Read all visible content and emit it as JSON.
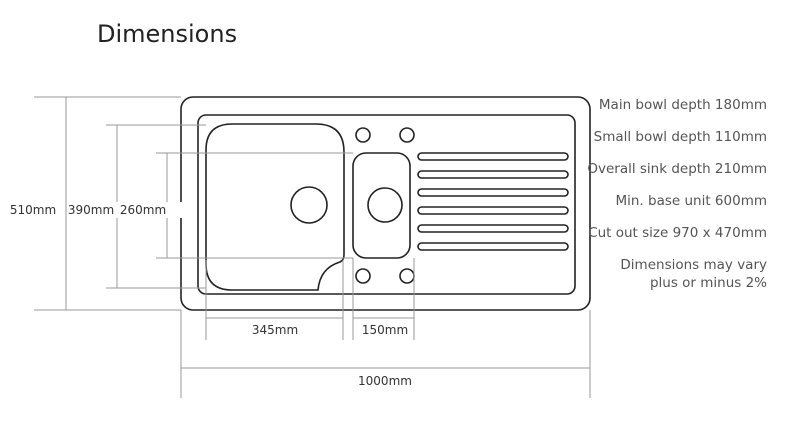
{
  "title": "Dimensions",
  "dimensions": {
    "overall_height": "510mm",
    "bowl_area_height": "390mm",
    "main_bowl_height": "260mm",
    "main_bowl_width": "345mm",
    "small_bowl_width": "150mm",
    "overall_width": "1000mm"
  },
  "specs": [
    "Main bowl depth 180mm",
    "Small bowl depth 110mm",
    "Overall sink depth 210mm",
    "Min. base unit 600mm",
    "Cut out size 970 x 470mm"
  ],
  "note": {
    "line1": "Dimensions may vary",
    "line2": "plus or minus 2%"
  },
  "colors": {
    "outline": "#222222",
    "dimension_line": "#999999"
  }
}
